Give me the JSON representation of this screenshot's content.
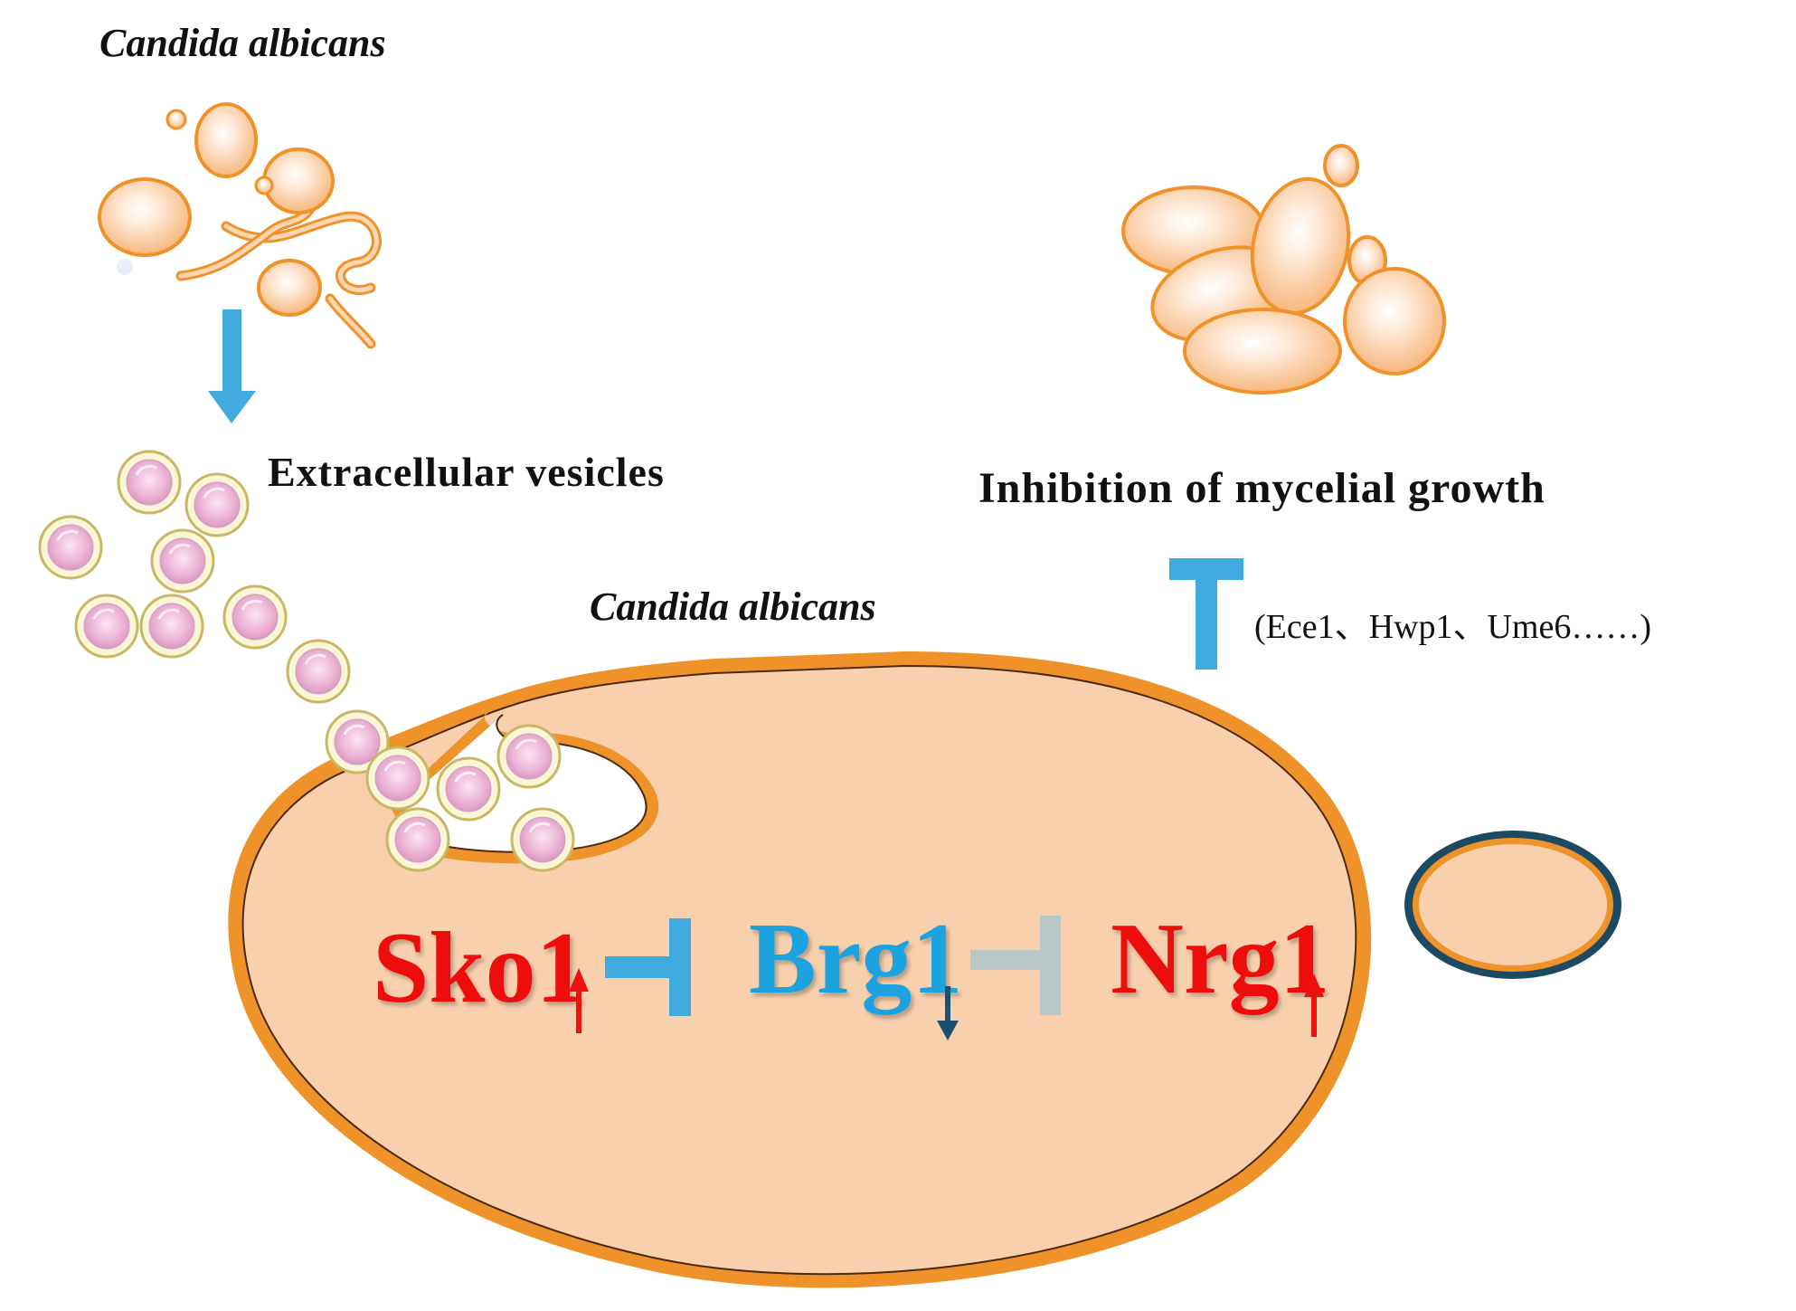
{
  "labels": {
    "top_organism": "Candida albicans",
    "vesicles": "Extracellular vesicles",
    "inhibition": "Inhibition of mycelial growth",
    "target_genes": "(Ece1、Hwp1、Ume6……)",
    "cell_organism": "Candida albicans"
  },
  "genes": {
    "sko1": "Sko1",
    "brg1": "Brg1",
    "nrg1": "Nrg1"
  },
  "colors": {
    "cell_fill": "#f9d0ad",
    "cell_outline": "#f0922a",
    "yeast_fill": "#f9c497",
    "yeast_outline": "#f0922a",
    "arrow_blue": "#41aadf",
    "grey_inhibit": "#b8c8c6",
    "red": "#ee1111",
    "brg_blue": "#1aa3df",
    "down_arrow": "#1a4f6e",
    "bud_outline": "#1c4a63",
    "vesicle_fill": "#e8a9cf",
    "vesicle_ring": "#c9be6a"
  },
  "icons": {
    "hyphae": "hyphal-candida-icon",
    "yeast_cluster": "yeast-cluster-icon",
    "vesicle": "vesicle-icon"
  }
}
